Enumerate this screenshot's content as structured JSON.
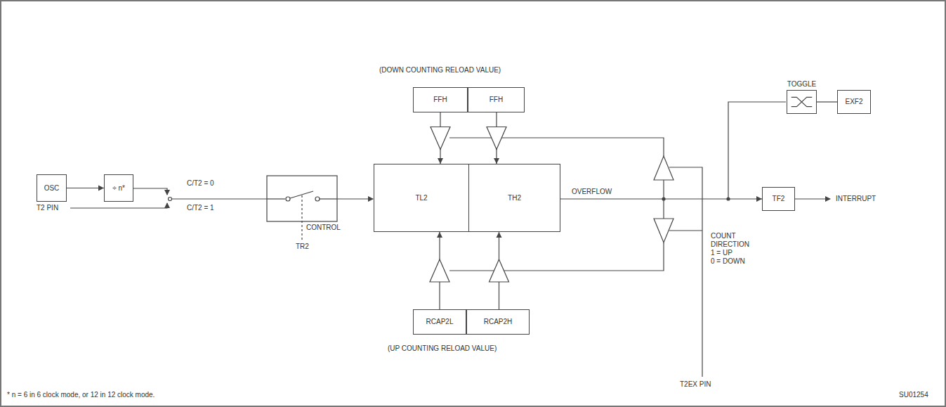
{
  "diagram": {
    "nodes": [
      {
        "text": [
          "OSC"
        ]
      },
      {
        "text": [
          "÷ n*"
        ]
      },
      {
        "text": [
          "TL2"
        ]
      },
      {
        "text": [
          "TH2"
        ]
      },
      {
        "text": [
          "FFH"
        ]
      },
      {
        "text": [
          "FFH"
        ]
      },
      {
        "text": [
          "RCAP2L"
        ]
      },
      {
        "text": [
          "RCAP2H"
        ]
      },
      {
        "text": [
          "TOGGLE"
        ]
      },
      {
        "text": [
          "EXF2"
        ]
      },
      {
        "text": [
          "TF2"
        ]
      }
    ],
    "edges": [
      {
        "from": 0,
        "to": 1,
        "arrow": "to"
      },
      {
        "from": 4,
        "to": 2,
        "arrow": "to"
      },
      {
        "from": 5,
        "to": 3,
        "arrow": "to"
      },
      {
        "from": 6,
        "to": 2,
        "arrow": "to"
      },
      {
        "from": 7,
        "to": 3,
        "arrow": "to"
      },
      {
        "from": 3,
        "to": 10,
        "label": "OVERFLOW",
        "arrow": "to"
      },
      {
        "from": 8,
        "to": 9,
        "arrow": "none"
      }
    ],
    "labels": [
      "(DOWN COUNTING RELOAD VALUE)",
      "C/T2 = 0",
      "C/T2 = 1",
      "T2 PIN",
      "CONTROL",
      "TR2",
      "INTERRUPT",
      "COUNT",
      "DIRECTION",
      "1 = UP",
      "0 = DOWN",
      "T2EX PIN",
      "(UP COUNTING RELOAD VALUE)",
      "* n = 6 in 6 clock mode, or 12 in 12 clock mode.",
      "SU01254"
    ]
  }
}
